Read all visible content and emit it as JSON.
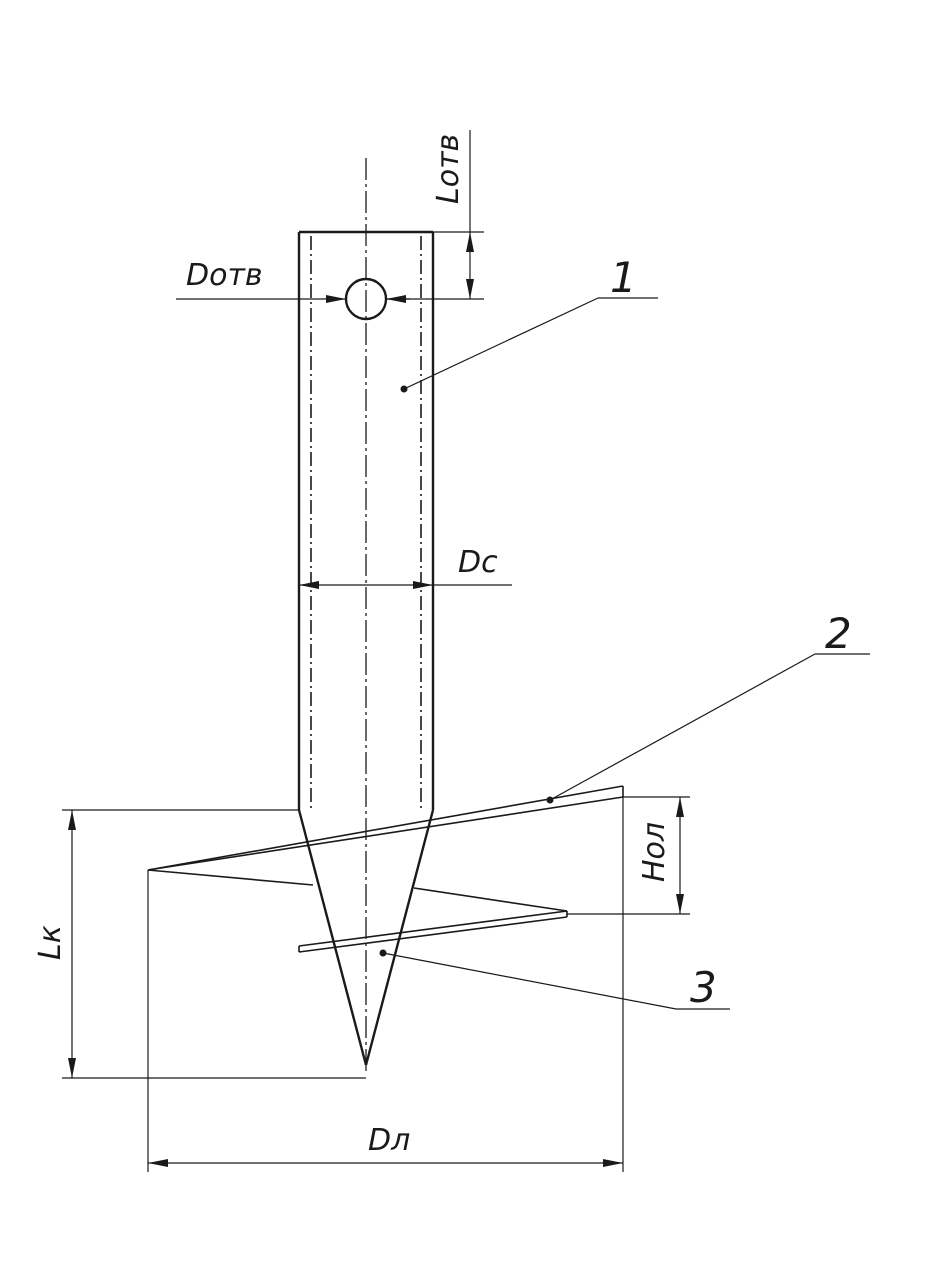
{
  "dimensions": {
    "hole_length": "Lотв",
    "hole_diameter": "Dотв",
    "shaft_diameter": "Dс",
    "blade_pitch_height": "Нол",
    "cone_length": "Lк",
    "blade_diameter": "Dл"
  },
  "callouts": {
    "shaft": "1",
    "upper_blade": "2",
    "lower_blade": "3"
  },
  "colors": {
    "ink": "#1a1a1a",
    "paper": "#ffffff"
  }
}
